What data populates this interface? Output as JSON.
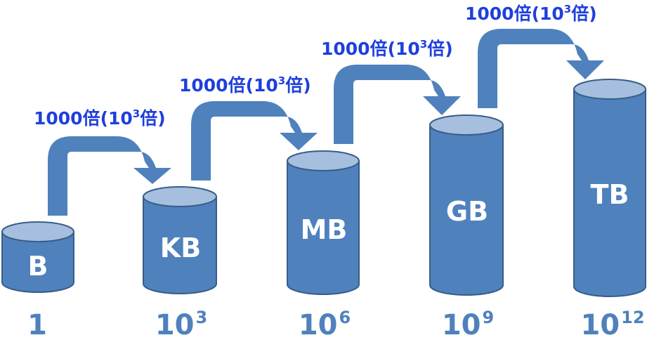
{
  "colors": {
    "cylinder_body": "#4f81bd",
    "cylinder_top": "#a7bfde",
    "cylinder_edge": "#385d8a",
    "arrow": "#4f81bd",
    "unit_text": "#ffffff",
    "power_text": "#4f81bd",
    "multiplier_text": "#1f3fdc"
  },
  "units": [
    {
      "label": "B",
      "power_base": "1",
      "power_exp": ""
    },
    {
      "label": "KB",
      "power_base": "10",
      "power_exp": "3"
    },
    {
      "label": "MB",
      "power_base": "10",
      "power_exp": "6"
    },
    {
      "label": "GB",
      "power_base": "10",
      "power_exp": "9"
    },
    {
      "label": "TB",
      "power_base": "10",
      "power_exp": "12"
    }
  ],
  "steps": [
    {
      "prefix": "1000倍(10",
      "exp": "3",
      "suffix": "倍)"
    },
    {
      "prefix": "1000倍(10",
      "exp": "3",
      "suffix": "倍)"
    },
    {
      "prefix": "1000倍(10",
      "exp": "3",
      "suffix": "倍)"
    },
    {
      "prefix": "1000倍(10",
      "exp": "3",
      "suffix": "倍)"
    }
  ]
}
